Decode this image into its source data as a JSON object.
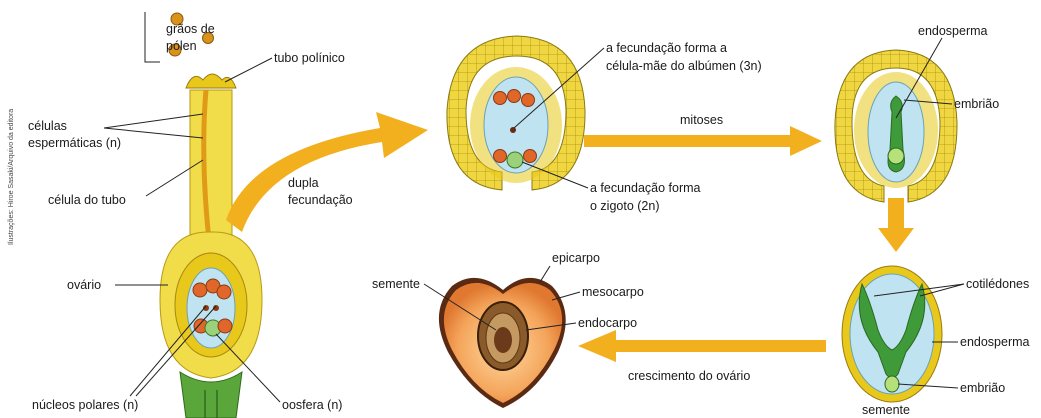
{
  "credit": "Ilustrações: Hiroe Sasaki/Arquivo da editora",
  "labels": {
    "graos_de_polen_1": "grãos de",
    "graos_de_polen_2": "pólen",
    "tubo_polinico": "tubo polínico",
    "celulas_espermaticas_1": "células",
    "celulas_espermaticas_2": "espermáticas (n)",
    "celula_do_tubo": "célula do tubo",
    "ovario": "ovário",
    "nucleos_polares": "núcleos polares (n)",
    "oosfera": "oosfera (n)",
    "dupla_fecundacao_1": "dupla",
    "dupla_fecundacao_2": "fecundação",
    "albumen_1": "a fecundação forma a",
    "albumen_2": "célula-mãe do albúmen (3n)",
    "zigoto_1": "a fecundação forma",
    "zigoto_2": "o zigoto (2n)",
    "mitoses": "mitoses",
    "endosperma_top": "endosperma",
    "embriao_top": "embrião",
    "cotiledones": "cotilédones",
    "endosperma_bottom": "endosperma",
    "embriao_bottom": "embrião",
    "semente_bottom": "semente",
    "crescimento_do_ovario": "crescimento do ovário",
    "epicarpo": "epicarpo",
    "mesocarpo": "mesocarpo",
    "endocarpo": "endocarpo",
    "semente_fruit": "semente"
  },
  "colors": {
    "yellow_tissue": "#e8c81a",
    "yellow_light": "#f3e46a",
    "arrow_orange": "#f2b01e",
    "blue_sac": "#bfe3f0",
    "orange_cell": "#e0662a",
    "green_embryo": "#3f9a3a",
    "fruit_orange": "#f39a4a",
    "seed_brown": "#7a4a22"
  }
}
